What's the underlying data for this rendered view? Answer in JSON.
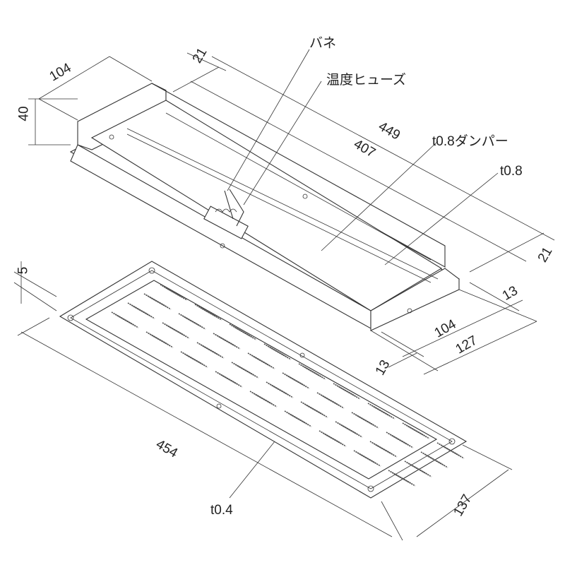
{
  "labels": {
    "spring": "バネ",
    "thermal_fuse": "温度ヒューズ",
    "damper": "t0.8ダンパー",
    "body_thickness": "t0.8",
    "grille_thickness": "t0.4"
  },
  "dimensions": {
    "duct_depth": "104",
    "flange_top": "21",
    "height": "40",
    "overall_length": "449",
    "inner_length": "407",
    "flange_right": "21",
    "flange_side_a": "13",
    "inner_width": "104",
    "outer_width": "127",
    "flange_side_b": "13",
    "grille_thickness": "5",
    "grille_length": "454",
    "grille_width": "137"
  }
}
